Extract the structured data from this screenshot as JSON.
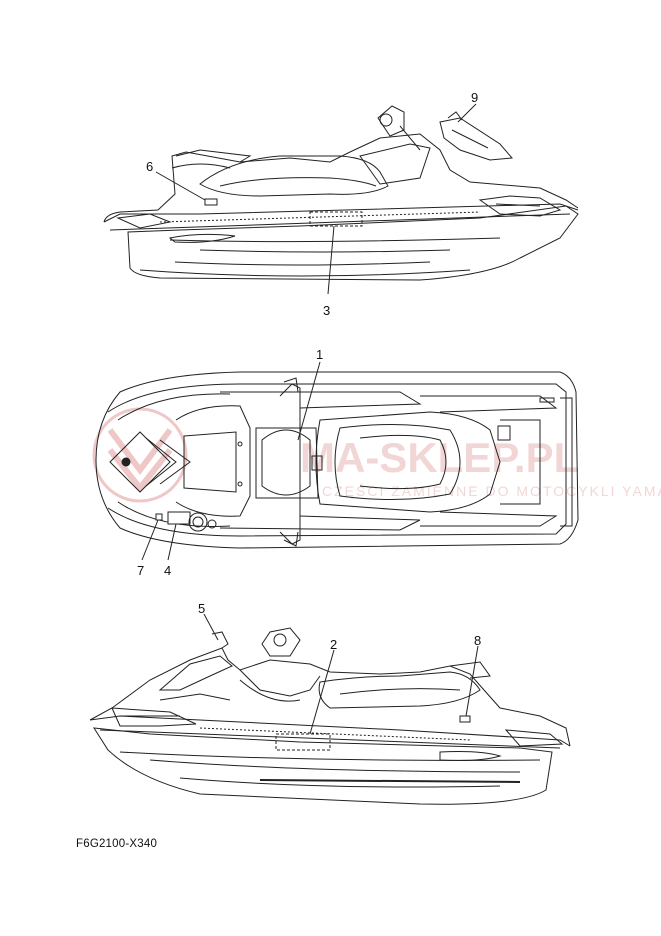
{
  "diagram": {
    "callouts": {
      "c1": "1",
      "c2": "2",
      "c3": "3",
      "c4": "4",
      "c5": "5",
      "c6": "6",
      "c7": "7",
      "c8": "8",
      "c9": "9"
    },
    "watermark": {
      "main": "MA-SKLEP.PL",
      "sub": "CZĘŚCI ZAMIENNE DO MOTOCYKLI YAMAHA",
      "color": "#e8a0a0"
    },
    "figure_code": "F6G2100-X340"
  }
}
